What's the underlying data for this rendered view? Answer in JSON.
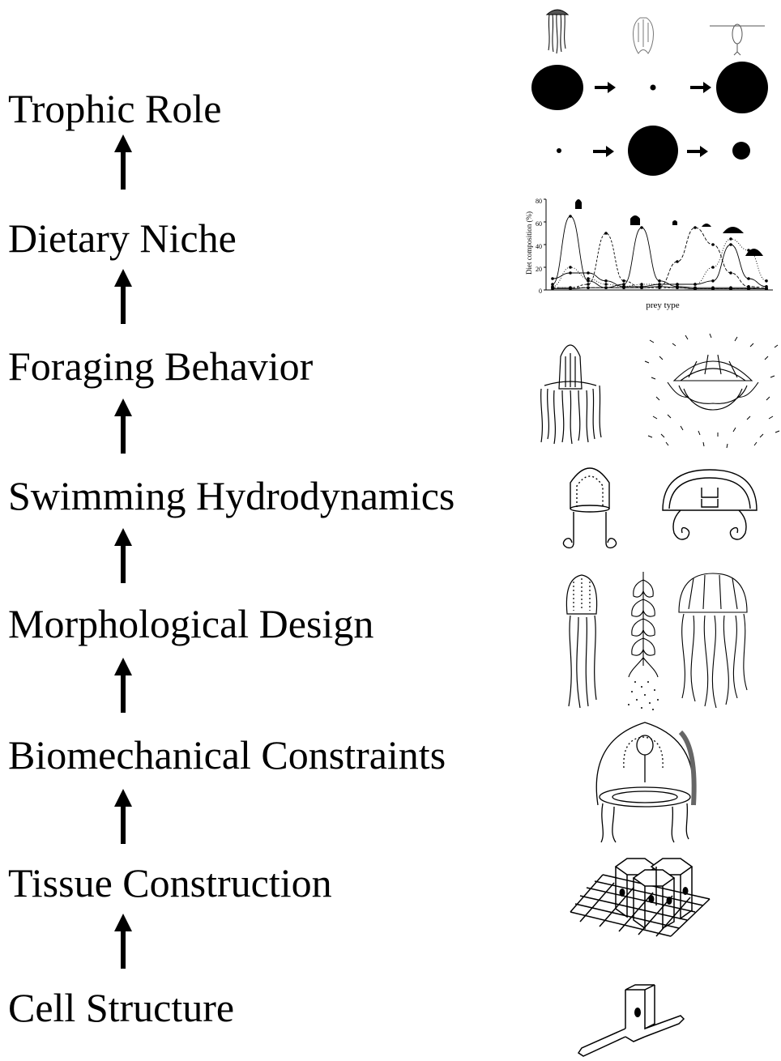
{
  "levels": [
    {
      "label": "Trophic Role",
      "icon": "food-web-icon"
    },
    {
      "label": "Dietary Niche",
      "icon": "diet-chart-icon"
    },
    {
      "label": "Foraging Behavior",
      "icon": "foraging-jellyfish-icon"
    },
    {
      "label": "Swimming Hydrodynamics",
      "icon": "hydrodynamics-jellyfish-icon"
    },
    {
      "label": "Morphological Design",
      "icon": "morphology-jellyfish-icon"
    },
    {
      "label": "Biomechanical Constraints",
      "icon": "biomechanics-jellyfish-icon"
    },
    {
      "label": "Tissue Construction",
      "icon": "tissue-structure-icon"
    },
    {
      "label": "Cell Structure",
      "icon": "cell-structure-icon"
    }
  ],
  "diet_chart": {
    "ylabel": "Diet composition (%)",
    "xlabel": "prey type",
    "yticks": [
      "0",
      "20",
      "40",
      "60",
      "80"
    ]
  },
  "chart_data": {
    "type": "line",
    "ylabel": "Diet composition (%)",
    "xlabel": "prey type",
    "ylim": [
      0,
      80
    ],
    "x": [
      1,
      2,
      3,
      4,
      5,
      6,
      7,
      8,
      9,
      10,
      11,
      12,
      13
    ],
    "series": [
      {
        "values": [
          5,
          65,
          8,
          2,
          2,
          2,
          3,
          2,
          1,
          1,
          1,
          1,
          1
        ]
      },
      {
        "values": [
          2,
          2,
          5,
          50,
          8,
          2,
          2,
          2,
          1,
          1,
          1,
          1,
          1
        ]
      },
      {
        "values": [
          1,
          1,
          2,
          2,
          5,
          55,
          8,
          3,
          2,
          2,
          2,
          2,
          1
        ]
      },
      {
        "values": [
          2,
          2,
          2,
          2,
          2,
          2,
          3,
          25,
          55,
          40,
          15,
          3,
          2
        ]
      },
      {
        "values": [
          3,
          20,
          10,
          5,
          3,
          5,
          5,
          5,
          5,
          20,
          45,
          35,
          8
        ]
      },
      {
        "values": [
          10,
          15,
          15,
          8,
          3,
          3,
          5,
          5,
          5,
          8,
          40,
          10,
          3
        ]
      }
    ]
  },
  "colors": {
    "ink": "#000000",
    "paper": "#ffffff"
  }
}
